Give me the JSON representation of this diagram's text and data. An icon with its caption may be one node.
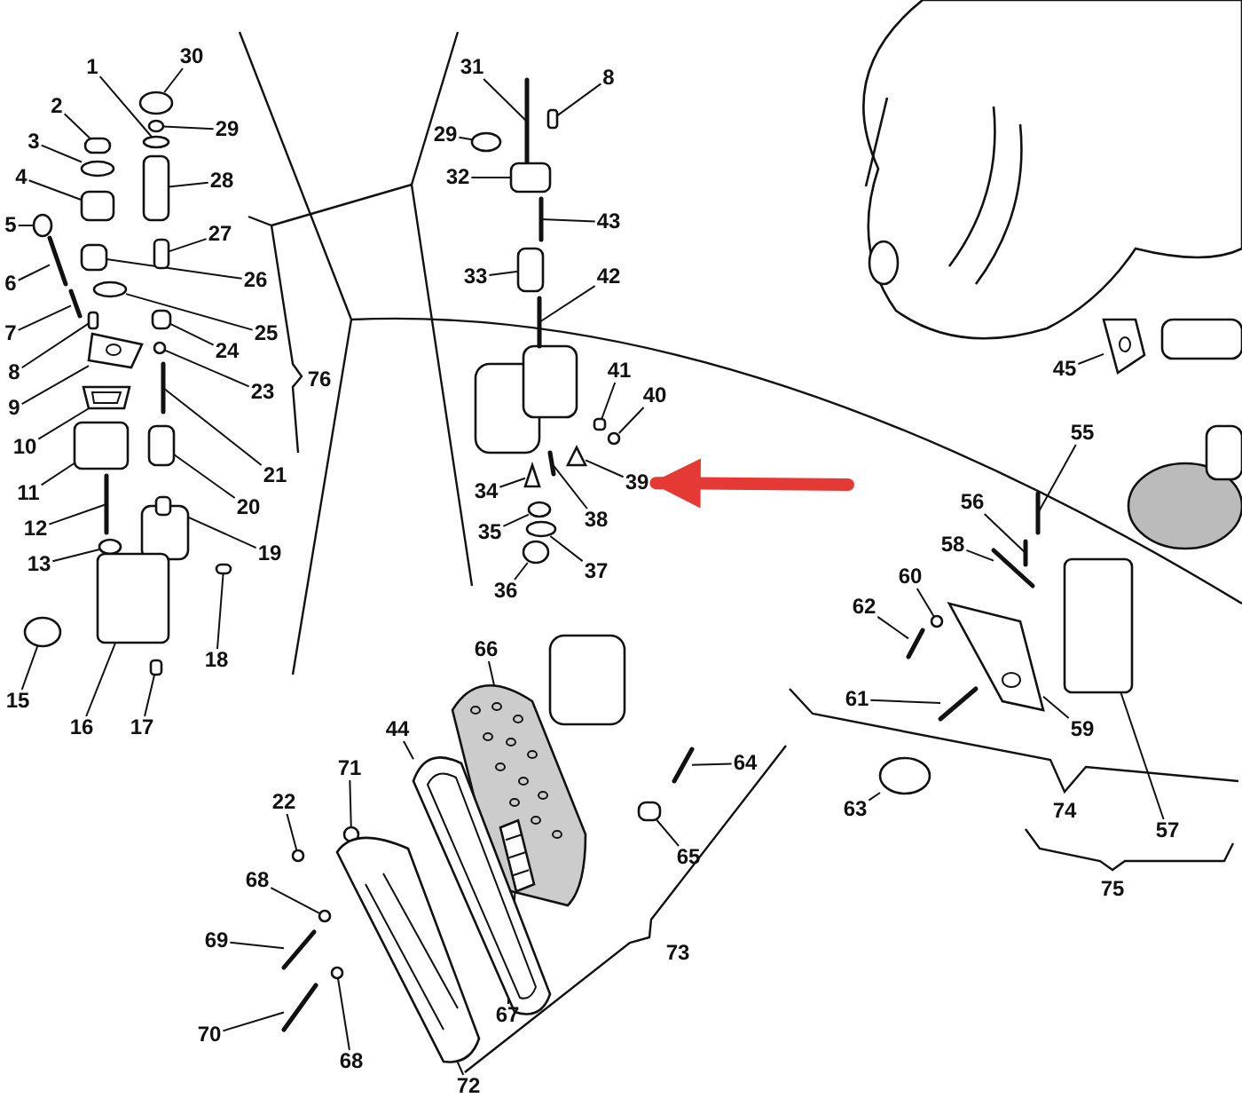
{
  "diagram": {
    "nodes": [
      {
        "text": [
          "30"
        ]
      },
      {
        "text": [
          "29"
        ]
      },
      {
        "text": [
          "1"
        ]
      },
      {
        "text": [
          "2"
        ]
      },
      {
        "text": [
          "3"
        ]
      },
      {
        "text": [
          "4"
        ]
      },
      {
        "text": [
          "5"
        ]
      },
      {
        "text": [
          "6"
        ]
      },
      {
        "text": [
          "7"
        ]
      },
      {
        "text": [
          "8"
        ]
      },
      {
        "text": [
          "9"
        ]
      },
      {
        "text": [
          "10"
        ]
      },
      {
        "text": [
          "11"
        ]
      },
      {
        "text": [
          "12"
        ]
      },
      {
        "text": [
          "13"
        ]
      },
      {
        "text": [
          "15"
        ]
      },
      {
        "text": [
          "16"
        ]
      },
      {
        "text": [
          "17"
        ]
      },
      {
        "text": [
          "18"
        ]
      },
      {
        "text": [
          "19"
        ]
      },
      {
        "text": [
          "20"
        ]
      },
      {
        "text": [
          "21"
        ]
      },
      {
        "text": [
          "23"
        ]
      },
      {
        "text": [
          "24"
        ]
      },
      {
        "text": [
          "25"
        ]
      },
      {
        "text": [
          "27"
        ]
      },
      {
        "text": [
          "26"
        ]
      },
      {
        "text": [
          "28"
        ]
      },
      {
        "text": [
          "31"
        ]
      },
      {
        "text": [
          "8"
        ]
      },
      {
        "text": [
          "29"
        ]
      },
      {
        "text": [
          "32"
        ]
      },
      {
        "text": [
          "43"
        ]
      },
      {
        "text": [
          "33"
        ]
      },
      {
        "text": [
          "42"
        ]
      },
      {
        "text": [
          "41"
        ]
      },
      {
        "text": [
          "40"
        ]
      },
      {
        "text": [
          "39"
        ]
      },
      {
        "text": [
          "38"
        ]
      },
      {
        "text": [
          "34"
        ]
      },
      {
        "text": [
          "35"
        ]
      },
      {
        "text": [
          "37"
        ]
      },
      {
        "text": [
          "36"
        ]
      },
      {
        "text": [
          "66"
        ]
      },
      {
        "text": [
          "44"
        ]
      },
      {
        "text": [
          "71"
        ]
      },
      {
        "text": [
          "22"
        ]
      },
      {
        "text": [
          "68"
        ]
      },
      {
        "text": [
          "69"
        ]
      },
      {
        "text": [
          "70"
        ]
      },
      {
        "text": [
          "68"
        ]
      },
      {
        "text": [
          "72"
        ]
      },
      {
        "text": [
          "67"
        ]
      },
      {
        "text": [
          "65"
        ]
      },
      {
        "text": [
          "64"
        ]
      },
      {
        "text": [
          "55"
        ]
      },
      {
        "text": [
          "56"
        ]
      },
      {
        "text": [
          "58"
        ]
      },
      {
        "text": [
          "60"
        ]
      },
      {
        "text": [
          "62"
        ]
      },
      {
        "text": [
          "61"
        ]
      },
      {
        "text": [
          "59"
        ]
      },
      {
        "text": [
          "57"
        ]
      },
      {
        "text": [
          "63"
        ]
      },
      {
        "text": [
          "45"
        ]
      },
      {
        "text": [],
        "shape": "circle"
      },
      {
        "text": [],
        "shape": "circle"
      },
      {
        "text": [],
        "shape": "circle"
      },
      {
        "text": [],
        "shape": "box"
      },
      {
        "text": [],
        "shape": "circle"
      },
      {
        "text": [],
        "shape": "box"
      },
      {
        "text": [],
        "shape": "circle"
      },
      {
        "text": [],
        "shape": "bar"
      },
      {
        "text": [],
        "shape": "bar"
      },
      {
        "text": [],
        "shape": "box"
      },
      {
        "text": [],
        "shape": "picture"
      },
      {
        "text": [],
        "shape": "picture"
      },
      {
        "text": [],
        "shape": "box"
      },
      {
        "text": [],
        "shape": "bar"
      },
      {
        "text": [],
        "shape": "circle"
      },
      {
        "text": [],
        "shape": "circle"
      },
      {
        "text": [],
        "shape": "box"
      },
      {
        "text": [],
        "shape": "box"
      },
      {
        "text": [],
        "shape": "box"
      },
      {
        "text": [],
        "shape": "box"
      },
      {
        "text": [],
        "shape": "box"
      },
      {
        "text": [],
        "shape": "bar"
      },
      {
        "text": [],
        "shape": "circle"
      },
      {
        "text": [],
        "shape": "box"
      },
      {
        "text": [],
        "shape": "circle"
      },
      {
        "text": [],
        "shape": "box"
      },
      {
        "text": [],
        "shape": "box"
      },
      {
        "text": [],
        "shape": "box"
      },
      {
        "text": [],
        "shape": "bar"
      },
      {
        "text": [],
        "shape": "box"
      },
      {
        "text": [],
        "shape": "circle"
      },
      {
        "text": [],
        "shape": "box"
      },
      {
        "text": [],
        "shape": "bar"
      },
      {
        "text": [],
        "shape": "box"
      },
      {
        "text": [],
        "shape": "bar"
      },
      {
        "text": [],
        "shape": "box"
      },
      {
        "text": [],
        "shape": "circle"
      },
      {
        "text": [],
        "shape": "triangle"
      },
      {
        "text": [],
        "shape": "bar"
      },
      {
        "text": [],
        "shape": "triangle"
      },
      {
        "text": [],
        "shape": "circle"
      },
      {
        "text": [],
        "shape": "circle"
      },
      {
        "text": [],
        "shape": "circle"
      },
      {
        "text": [],
        "shape": "picture"
      },
      {
        "text": [],
        "shape": "picture"
      },
      {
        "text": [],
        "shape": "circle"
      },
      {
        "text": [],
        "shape": "circle"
      },
      {
        "text": [],
        "shape": "circle"
      },
      {
        "text": [],
        "shape": "bar"
      },
      {
        "text": [],
        "shape": "bar"
      },
      {
        "text": [],
        "shape": "circle"
      },
      {
        "text": [],
        "shape": "picture"
      },
      {
        "text": [],
        "shape": "picture",
        "in": 108
      },
      {
        "text": [],
        "shape": "box"
      },
      {
        "text": [],
        "shape": "bar"
      },
      {
        "text": [],
        "shape": "bar"
      },
      {
        "text": [],
        "shape": "bar"
      },
      {
        "text": [],
        "shape": "bar"
      },
      {
        "text": [],
        "shape": "circle"
      },
      {
        "text": [],
        "shape": "bar"
      },
      {
        "text": [],
        "shape": "bar"
      },
      {
        "text": [],
        "shape": "picture"
      },
      {
        "text": [],
        "shape": "box"
      },
      {
        "text": [],
        "shape": "circle"
      },
      {
        "text": [],
        "shape": "picture"
      }
    ],
    "edges": [
      {
        "from": 0,
        "to": 65,
        "arrow": "none"
      },
      {
        "from": 1,
        "to": 66,
        "arrow": "none"
      },
      {
        "from": 2,
        "to": 67,
        "arrow": "none"
      },
      {
        "from": 3,
        "to": 68,
        "arrow": "none"
      },
      {
        "from": 4,
        "to": 69,
        "arrow": "none"
      },
      {
        "from": 5,
        "to": 70,
        "arrow": "none"
      },
      {
        "from": 6,
        "to": 71,
        "arrow": "none"
      },
      {
        "from": 7,
        "to": 72,
        "arrow": "none"
      },
      {
        "from": 8,
        "to": 73,
        "arrow": "none"
      },
      {
        "from": 9,
        "to": 74,
        "arrow": "none"
      },
      {
        "from": 10,
        "to": 75,
        "arrow": "none"
      },
      {
        "from": 11,
        "to": 76,
        "arrow": "none"
      },
      {
        "from": 12,
        "to": 77,
        "arrow": "none"
      },
      {
        "from": 13,
        "to": 78,
        "arrow": "none"
      },
      {
        "from": 14,
        "to": 79,
        "arrow": "none"
      },
      {
        "from": 15,
        "to": 80,
        "arrow": "none"
      },
      {
        "from": 16,
        "to": 81,
        "arrow": "none"
      },
      {
        "from": 17,
        "to": 82,
        "arrow": "none"
      },
      {
        "from": 18,
        "to": 83,
        "arrow": "none"
      },
      {
        "from": 19,
        "to": 84,
        "arrow": "none"
      },
      {
        "from": 20,
        "to": 85,
        "arrow": "none"
      },
      {
        "from": 21,
        "to": 86,
        "arrow": "none"
      },
      {
        "from": 22,
        "to": 87,
        "arrow": "none"
      },
      {
        "from": 23,
        "to": 88,
        "arrow": "none"
      },
      {
        "from": 24,
        "to": 89,
        "arrow": "none"
      },
      {
        "from": 25,
        "to": 90,
        "arrow": "none"
      },
      {
        "from": 26,
        "to": 91,
        "arrow": "none"
      },
      {
        "from": 27,
        "to": 92,
        "arrow": "none"
      },
      {
        "from": 28,
        "to": 93,
        "arrow": "none"
      },
      {
        "from": 29,
        "to": 94,
        "arrow": "none"
      },
      {
        "from": 30,
        "to": 95,
        "arrow": "none"
      },
      {
        "from": 31,
        "to": 96,
        "arrow": "none"
      },
      {
        "from": 32,
        "to": 97,
        "arrow": "none"
      },
      {
        "from": 33,
        "to": 98,
        "arrow": "none"
      },
      {
        "from": 34,
        "to": 99,
        "arrow": "none"
      },
      {
        "from": 35,
        "to": 100,
        "arrow": "none"
      },
      {
        "from": 36,
        "to": 101,
        "arrow": "none"
      },
      {
        "from": 37,
        "to": 102,
        "arrow": "none"
      },
      {
        "from": 38,
        "to": 103,
        "arrow": "none"
      },
      {
        "from": 39,
        "to": 104,
        "arrow": "none"
      },
      {
        "from": 40,
        "to": 105,
        "arrow": "none"
      },
      {
        "from": 41,
        "to": 106,
        "arrow": "none"
      },
      {
        "from": 42,
        "to": 107,
        "arrow": "none"
      },
      {
        "from": 43,
        "to": 108,
        "arrow": "none"
      },
      {
        "from": 44,
        "to": 109,
        "arrow": "none"
      },
      {
        "from": 45,
        "to": 110,
        "arrow": "none"
      },
      {
        "from": 46,
        "to": 111,
        "arrow": "none"
      },
      {
        "from": 47,
        "to": 112,
        "arrow": "none"
      },
      {
        "from": 48,
        "to": 113,
        "arrow": "none"
      },
      {
        "from": 49,
        "to": 114,
        "arrow": "none"
      },
      {
        "from": 50,
        "to": 115,
        "arrow": "none"
      },
      {
        "from": 51,
        "to": 116,
        "arrow": "none"
      },
      {
        "from": 52,
        "to": 117,
        "arrow": "none"
      },
      {
        "from": 53,
        "to": 118,
        "arrow": "none"
      },
      {
        "from": 54,
        "to": 119,
        "arrow": "none"
      },
      {
        "from": 55,
        "to": 120,
        "arrow": "none"
      },
      {
        "from": 56,
        "to": 121,
        "arrow": "none"
      },
      {
        "from": 57,
        "to": 122,
        "arrow": "none"
      },
      {
        "from": 58,
        "to": 123,
        "arrow": "none"
      },
      {
        "from": 59,
        "to": 124,
        "arrow": "none"
      },
      {
        "from": 60,
        "to": 125,
        "arrow": "none"
      },
      {
        "from": 61,
        "to": 126,
        "arrow": "none"
      },
      {
        "from": 62,
        "to": 127,
        "arrow": "none"
      },
      {
        "from": 63,
        "to": 128,
        "arrow": "none"
      },
      {
        "from": 64,
        "to": 129,
        "arrow": "none"
      },
      {
        "from": null,
        "to": 37,
        "arrow": "to",
        "style": "thick",
        "color": "#e53935"
      }
    ],
    "labels": [
      "76",
      "73",
      "74",
      "75"
    ]
  }
}
